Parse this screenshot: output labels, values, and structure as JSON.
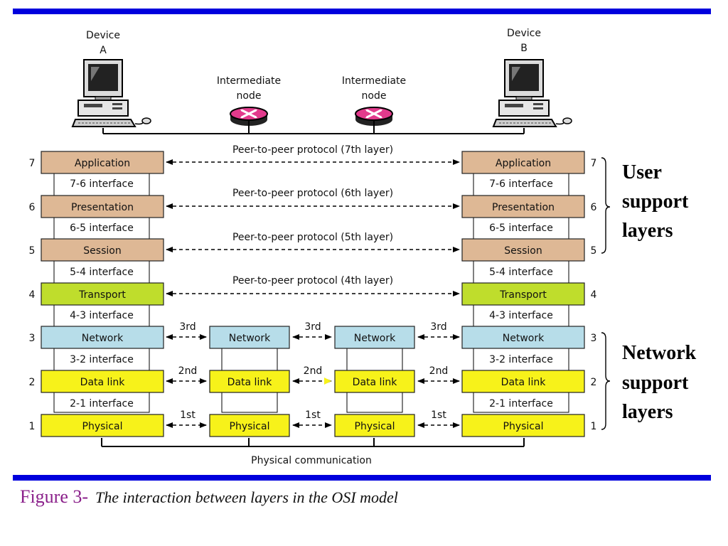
{
  "devices": {
    "a": {
      "line1": "Device",
      "line2": "A"
    },
    "b": {
      "line1": "Device",
      "line2": "B"
    }
  },
  "intermediate_nodes": [
    {
      "line1": "Intermediate",
      "line2": "node"
    },
    {
      "line1": "Intermediate",
      "line2": "node"
    }
  ],
  "layers": [
    {
      "num": "7",
      "name": "Application",
      "color": "#deb895"
    },
    {
      "num": "6",
      "name": "Presentation",
      "color": "#deb895"
    },
    {
      "num": "5",
      "name": "Session",
      "color": "#deb895"
    },
    {
      "num": "4",
      "name": "Transport",
      "color": "#bfdd2c"
    },
    {
      "num": "3",
      "name": "Network",
      "color": "#b7dde9"
    },
    {
      "num": "2",
      "name": "Data link",
      "color": "#f7f21a"
    },
    {
      "num": "1",
      "name": "Physical",
      "color": "#f7f21a"
    }
  ],
  "interfaces": [
    "7-6 interface",
    "6-5 interface",
    "5-4 interface",
    "4-3 interface",
    "3-2 interface",
    "2-1 interface"
  ],
  "peer_protocols": [
    "Peer-to-peer protocol (7th layer)",
    "Peer-to-peer protocol (6th layer)",
    "Peer-to-peer protocol (5th layer)",
    "Peer-to-peer protocol (4th layer)"
  ],
  "hop_labels": {
    "network": "3rd",
    "datalink": "2nd",
    "physical": "1st"
  },
  "group_labels": {
    "user": [
      "User",
      "support",
      "layers"
    ],
    "network": [
      "Network",
      "support",
      "layers"
    ]
  },
  "physical_communication": "Physical communication",
  "caption": {
    "figure": "Figure 3-",
    "text": "The interaction between layers in the OSI model"
  },
  "colors": {
    "rule": "#0000dd",
    "router": "#e23a8c"
  }
}
